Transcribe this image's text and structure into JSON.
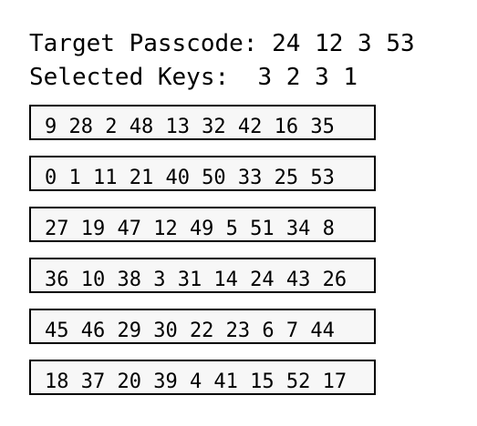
{
  "target_label": "Target Passcode:",
  "target_value": "24 12 3 53",
  "selected_label": "Selected Keys:",
  "selected_value": "3 2 3 1",
  "rows": [
    "9 28 2 48 13 32 42 16 35",
    "0 1 11 21 40 50 33 25 53",
    "27 19 47 12 49 5 51 34 8",
    "36 10 38 3 31 14 24 43 26",
    "45 46 29 30 22 23 6 7 44",
    "18 37 20 39 4 41 15 52 17"
  ]
}
